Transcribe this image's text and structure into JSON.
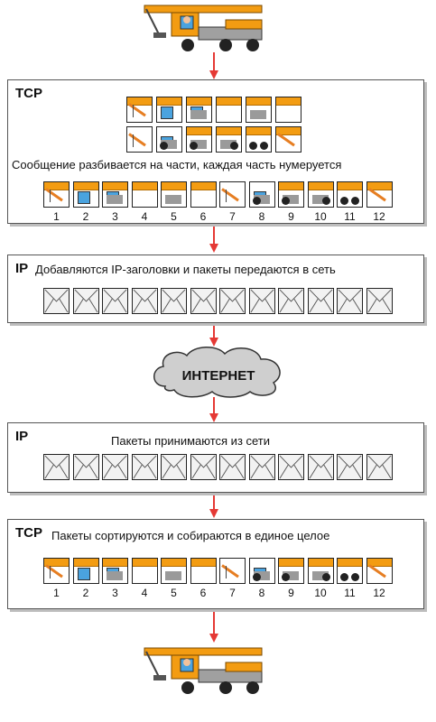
{
  "colors": {
    "arrow": "#e53935",
    "crane_orange": "#f39c12",
    "frame": "#555555",
    "shadow": "#bdbdbd"
  },
  "tcp_send": {
    "label": "TCP",
    "caption": "Сообщение разбивается на части, каждая часть нумеруется",
    "numbers": [
      "1",
      "2",
      "3",
      "4",
      "5",
      "6",
      "7",
      "8",
      "9",
      "10",
      "11",
      "12"
    ]
  },
  "ip_send": {
    "label": "IP",
    "caption": "Добавляются IP-заголовки и пакеты передаются в сеть"
  },
  "internet": {
    "label": "ИНТЕРНЕТ"
  },
  "ip_receive": {
    "label": "IP",
    "caption": "Пакеты принимаются из сети"
  },
  "tcp_receive": {
    "label": "TCP",
    "caption": "Пакеты сортируются и собираются в единое целое",
    "numbers": [
      "1",
      "2",
      "3",
      "4",
      "5",
      "6",
      "7",
      "8",
      "9",
      "10",
      "11",
      "12"
    ]
  }
}
